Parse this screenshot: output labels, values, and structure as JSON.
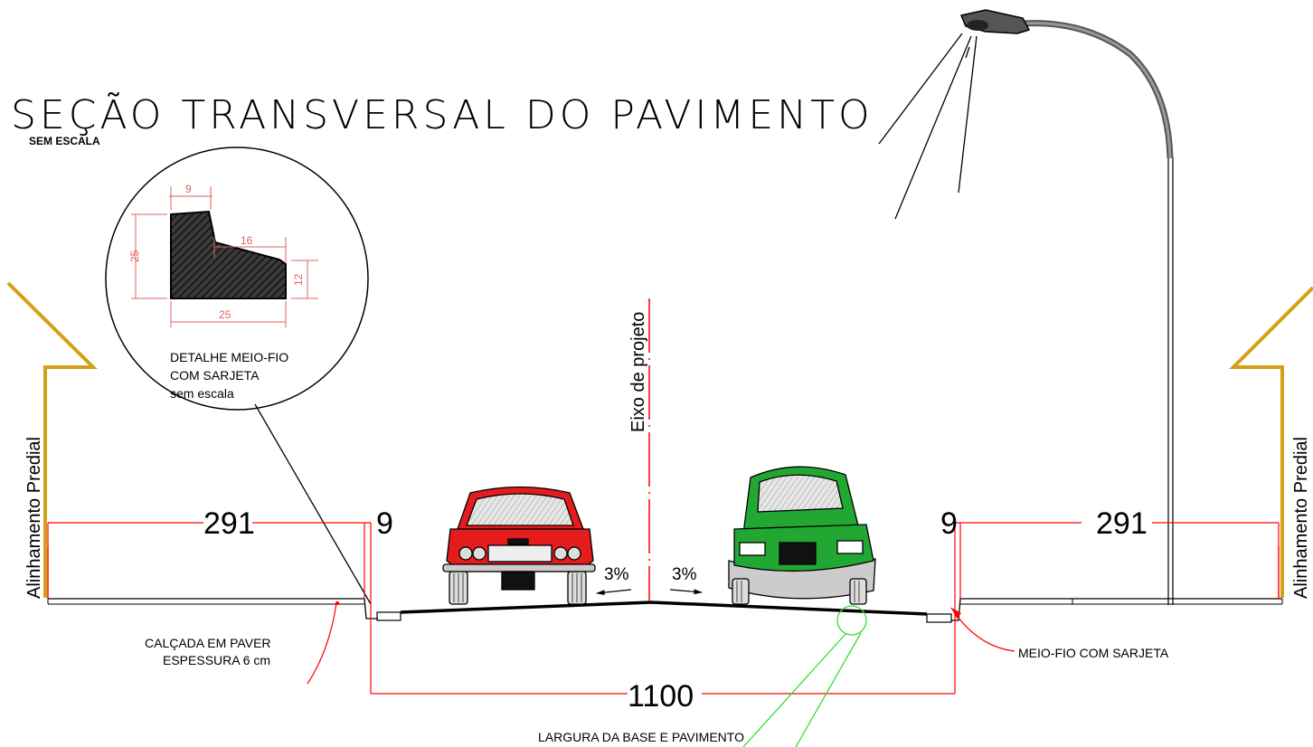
{
  "title": "SEÇÃO TRANSVERSAL DO PAVIMENTO",
  "subtitle": "SEM ESCALA",
  "detail": {
    "dim_top": "9",
    "dim_mid": "16",
    "dim_left": "25",
    "dim_right": "12",
    "dim_bottom": "25",
    "label_line1": "DETALHE MEIO-FIO",
    "label_line2": "COM SARJETA",
    "label_line3": "sem escala"
  },
  "axis_label": "Eixo de projeto",
  "property_line_left": "Alinhamento Predial",
  "property_line_right": "Alinhamento Predial",
  "dims": {
    "sidewalk_left": "291",
    "curb_left": "9",
    "curb_right": "9",
    "sidewalk_right": "291",
    "road_width": "1100"
  },
  "slopes": {
    "left": "3%",
    "right": "3%"
  },
  "notes": {
    "sidewalk_line1": "CALÇADA EM PAVER",
    "sidewalk_line2": "ESPESSURA 6 cm",
    "curb": "MEIO-FIO COM SARJETA",
    "base": "LARGURA DA BASE E PAVIMENTO"
  },
  "colors": {
    "dimension": "#ff0000",
    "detail_dim": "#e06060",
    "property_line": "#d4a017",
    "car_left": "#e41c1c",
    "car_right": "#22a832",
    "leader_green": "#33dd33"
  }
}
